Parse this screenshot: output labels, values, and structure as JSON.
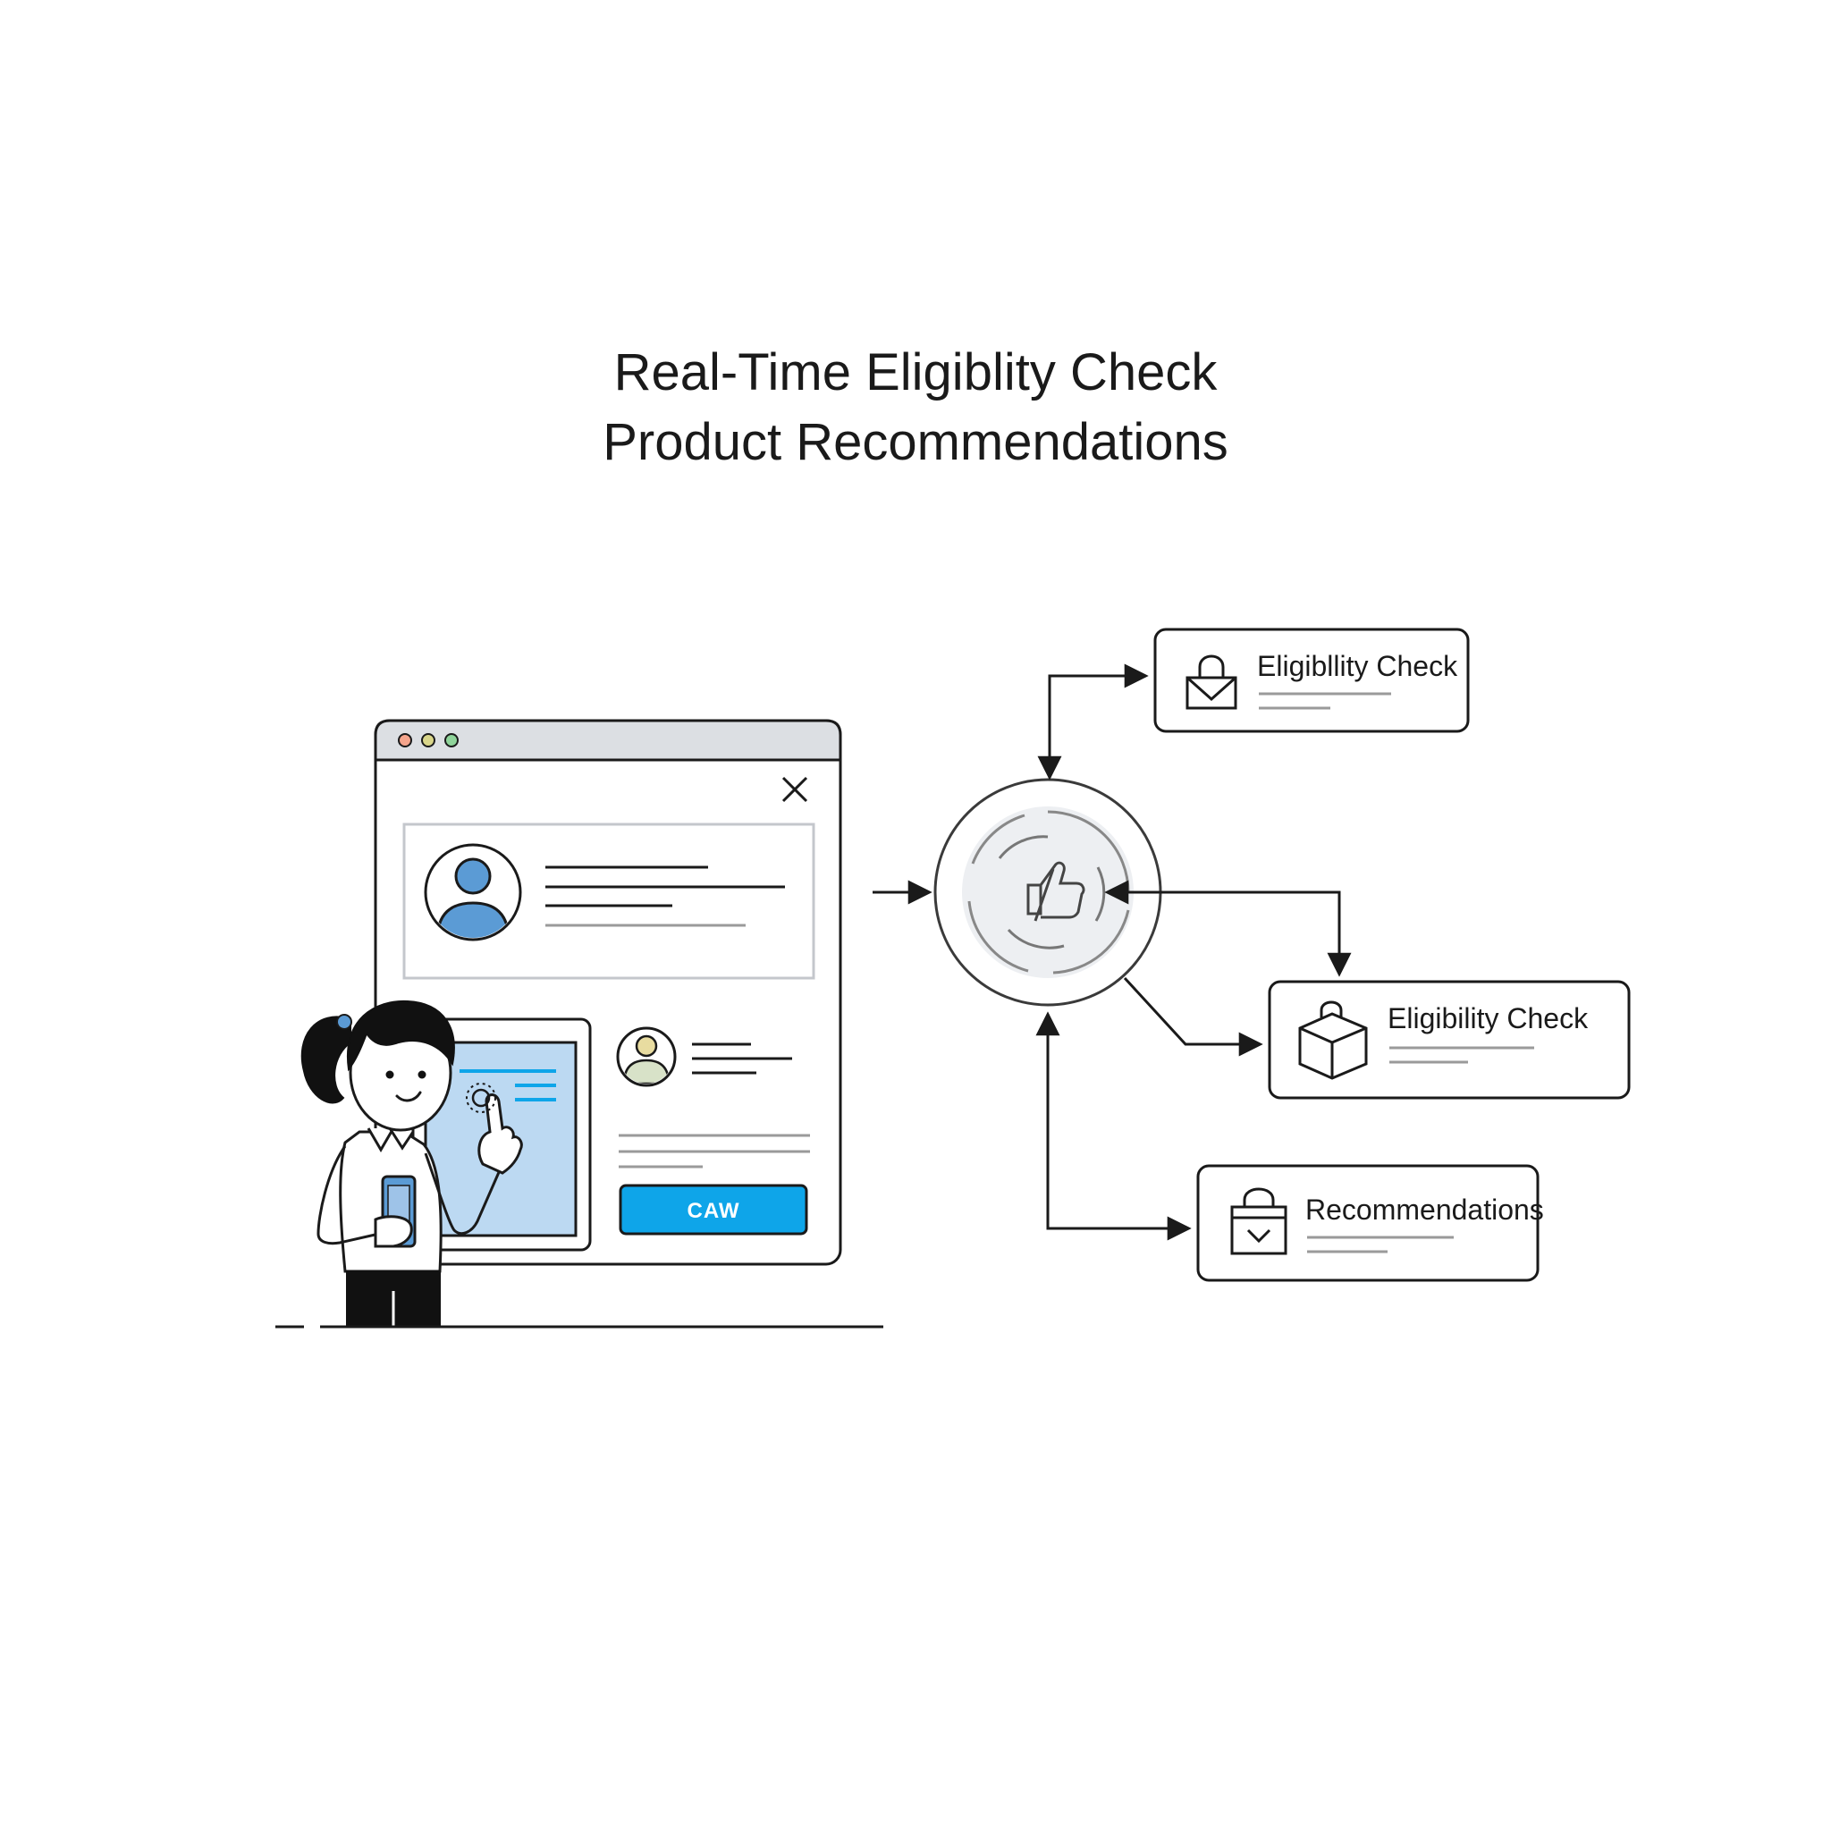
{
  "title": {
    "line1": "Real-Time Eligiblity Check",
    "line2": "Product Recommendations"
  },
  "browser": {
    "button_label": "CAW"
  },
  "cards": [
    {
      "label": "Eligibllity Check",
      "icon": "lock-envelope-icon"
    },
    {
      "label": "Eligibility Check",
      "icon": "box-icon"
    },
    {
      "label": "Recommendations",
      "icon": "shopping-bag-icon"
    }
  ],
  "colors": {
    "accent_blue": "#0ea5e9",
    "screen_blue": "#bcd9f2",
    "avatar_blue": "#5b9bd5",
    "avatar_beige": "#e8dca0",
    "line_dark": "#1a1a1a",
    "line_gray": "#9a9a9a"
  }
}
